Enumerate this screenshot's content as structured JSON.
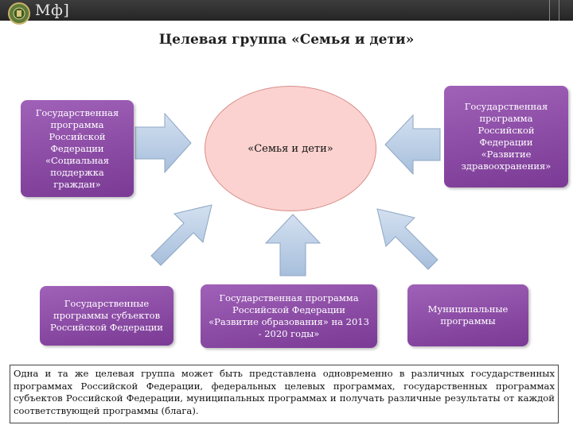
{
  "header": {
    "brand": "Мф]"
  },
  "title": "Целевая группа «Семья и дети»",
  "center": {
    "label": "«Семья и дети»"
  },
  "boxes": {
    "social": [
      "Государственная",
      "программа",
      "Российской",
      "Федерации",
      "«Социальная",
      "поддержка",
      "граждан»"
    ],
    "health": [
      "Государственная",
      "программа",
      "Российской",
      "Федерации",
      "«Развитие",
      "здравоохранения»"
    ],
    "regional": [
      "Государственные",
      "программы субъектов",
      "Российской Федерации"
    ],
    "education": [
      "Государственная программа",
      "Российской Федерации",
      "«Развитие образования» на 2013",
      "- 2020 годы»"
    ],
    "municipal": [
      "Муниципальные",
      "программы"
    ]
  },
  "note": "Одна и та же целевая группа может быть представлена одновременно в различных государственных программах Российской Федерации, федеральных целевых программах, государственных программах субъектов Российской Федерации, муниципальных программах и получать различные результаты от каждой соответствующей программы (блага).",
  "colors": {
    "box": "#8b4aa6",
    "ellipse": "#fbd2cf",
    "arrow": "#b9cde6",
    "topbar": "#2f2f2f"
  }
}
